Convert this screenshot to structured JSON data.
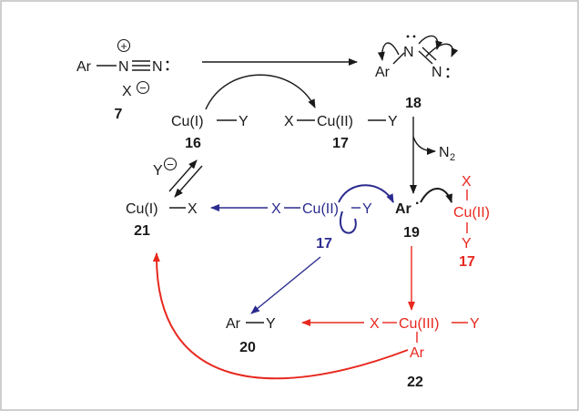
{
  "colors": {
    "ink": "#1a1a1a",
    "blue": "#2b2b8f",
    "red": "#e8281e",
    "frame": "#bfbfbf"
  },
  "diazonium": {
    "ar": "Ar",
    "n": "N",
    "n2": "N",
    "plus": "+",
    "x": "X",
    "minus": "−",
    "number": "7"
  },
  "radical_pair": {
    "ar": "Ar",
    "n": "N",
    "n2": "N",
    "number": "18"
  },
  "cu1y": {
    "cu": "Cu(I)",
    "y": "Y",
    "number": "16"
  },
  "cu2_top": {
    "x": "X",
    "cu": "Cu(II)",
    "y": "Y",
    "number": "17"
  },
  "n2_loss": {
    "n": "N",
    "sub": "2"
  },
  "y_anion": {
    "y": "Y",
    "minus": "−"
  },
  "cu1x": {
    "cu": "Cu(I)",
    "x": "X",
    "number": "21"
  },
  "cu2_blue": {
    "x": "X",
    "cu": "Cu(II)",
    "y": "Y",
    "number": "17"
  },
  "aryl_radical": {
    "ar": "Ar",
    "dot": "·",
    "number": "19"
  },
  "cu2_red": {
    "x": "X",
    "cu": "Cu(II)",
    "y": "Y",
    "number": "17"
  },
  "product": {
    "ar": "Ar",
    "y": "Y",
    "number": "20"
  },
  "cu3": {
    "x": "X",
    "cu": "Cu(III)",
    "y": "Y",
    "ar": "Ar",
    "number": "22"
  }
}
